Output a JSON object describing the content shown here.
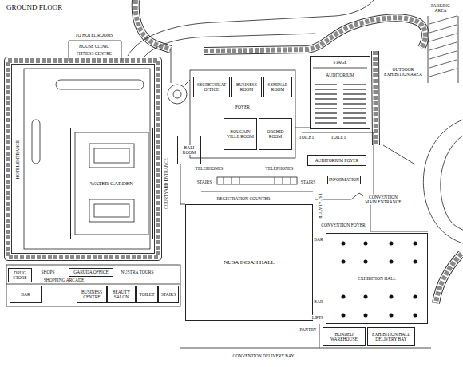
{
  "diagram": {
    "title": "GROUND FLOOR",
    "nodes": [
      {
        "text": [
          "WATER GARDEN"
        ]
      },
      {
        "text": [
          "SECRETARIAT OFFICE"
        ]
      },
      {
        "text": [
          "BUSINESS ROOM"
        ]
      },
      {
        "text": [
          "SEMINAR ROOM"
        ]
      },
      {
        "text": [
          "STAGE",
          "AUDITORIUM"
        ]
      },
      {
        "text": [
          "BOUGAIN VILLE ROOM"
        ]
      },
      {
        "text": [
          "ORCHID ROOM"
        ]
      },
      {
        "text": [
          "BALI ROOM"
        ]
      },
      {
        "text": [
          "AUDITORIUM FOYER"
        ]
      },
      {
        "text": [
          "INFORMATION"
        ]
      },
      {
        "text": [
          "NUSA INDAH HALL"
        ]
      },
      {
        "text": [
          "EXHIBITION HALL"
        ]
      },
      {
        "text": [
          "BONDED WAREHOUSE"
        ]
      },
      {
        "text": [
          "EXHIBITION HALL DELIVERY BAY"
        ]
      },
      {
        "text": [
          "GARUDA OFFICE"
        ]
      },
      {
        "text": [
          "DRUG STORE"
        ]
      },
      {
        "text": [
          "BAR"
        ]
      },
      {
        "text": [
          "BUSINESS CENTRE"
        ]
      },
      {
        "text": [
          "BEAUTY SALON"
        ]
      },
      {
        "text": [
          "TOILET"
        ]
      },
      {
        "text": [
          "STAIRS"
        ]
      }
    ],
    "labels": [
      "TO HOTEL ROOMS",
      "HOUSE CLINIC",
      "FITNESS CENTRE",
      "PARKING AREA",
      "FOYER",
      "OUTDOOR EXHIBITION AREA",
      "TOILET",
      "TOILET",
      "TELEPHONES",
      "TELEPHONES",
      "STAIRS",
      "STAIRS",
      "ESCALATOR",
      "CONVENTION MAIN ENTRANCE",
      "REGISTRATION COUNTER",
      "CONVENTION FOYER",
      "HOTEL ENTRANCE",
      "COURTYARD ENTRANCE",
      "BAR",
      "BAR",
      "PANTRY",
      "LIFTS",
      "CONVENTION DELIVERY BAY",
      "SHOPS",
      "NUSTRA TOURS",
      "SHOPPING ARCADE"
    ]
  }
}
